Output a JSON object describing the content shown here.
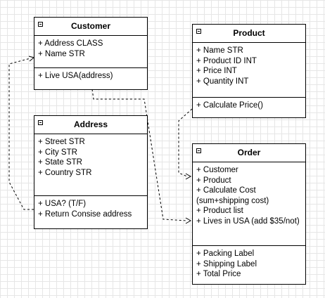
{
  "diagram": {
    "classes": {
      "customer": {
        "name": "Customer",
        "attributes": [
          "+ Address CLASS",
          "+ Name STR"
        ],
        "methods": [
          "+ Live USA(address)"
        ]
      },
      "product": {
        "name": "Product",
        "attributes": [
          "+ Name STR",
          "+ Product ID INT",
          "+ Price INT",
          "+ Quantity INT"
        ],
        "methods": [
          "+ Calculate Price()"
        ]
      },
      "address": {
        "name": "Address",
        "attributes": [
          "+ Street STR",
          "+ City STR",
          "+ State STR",
          "+ Country STR"
        ],
        "methods": [
          "+ USA? (T/F)",
          "+ Return Consise address"
        ]
      },
      "order": {
        "name": "Order",
        "attributes": [
          "+ Customer",
          "+ Product",
          "+ Calculate Cost (sum+shipping cost)",
          "+ Product list",
          "+ Lives in USA (add $35/not)"
        ],
        "methods": [
          "+ Packing Label",
          "+ Shipping Label",
          "+ Total Price"
        ]
      }
    },
    "connectors": [
      {
        "from": "address",
        "to": "customer",
        "style": "dashed",
        "arrow": "open"
      },
      {
        "from": "product",
        "to": "order",
        "style": "dashed",
        "arrow": "open"
      },
      {
        "from": "customer",
        "to": "order",
        "style": "dashed",
        "arrow": "open"
      }
    ]
  }
}
